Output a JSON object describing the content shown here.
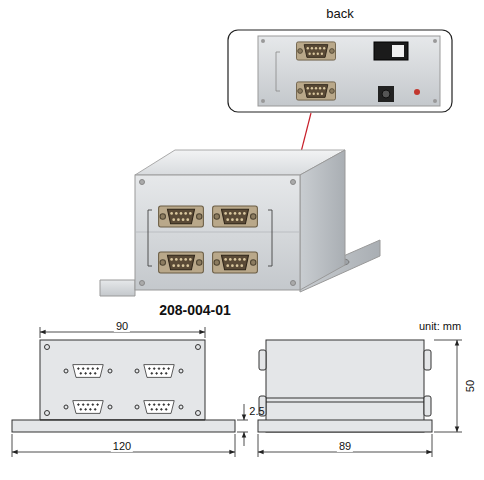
{
  "diagram": {
    "nodes": [
      {
        "text": [
          "back"
        ]
      }
    ],
    "labels": [
      "208-004-01",
      "unit: mm",
      "90",
      "120",
      "2.5",
      "89",
      "50"
    ]
  }
}
